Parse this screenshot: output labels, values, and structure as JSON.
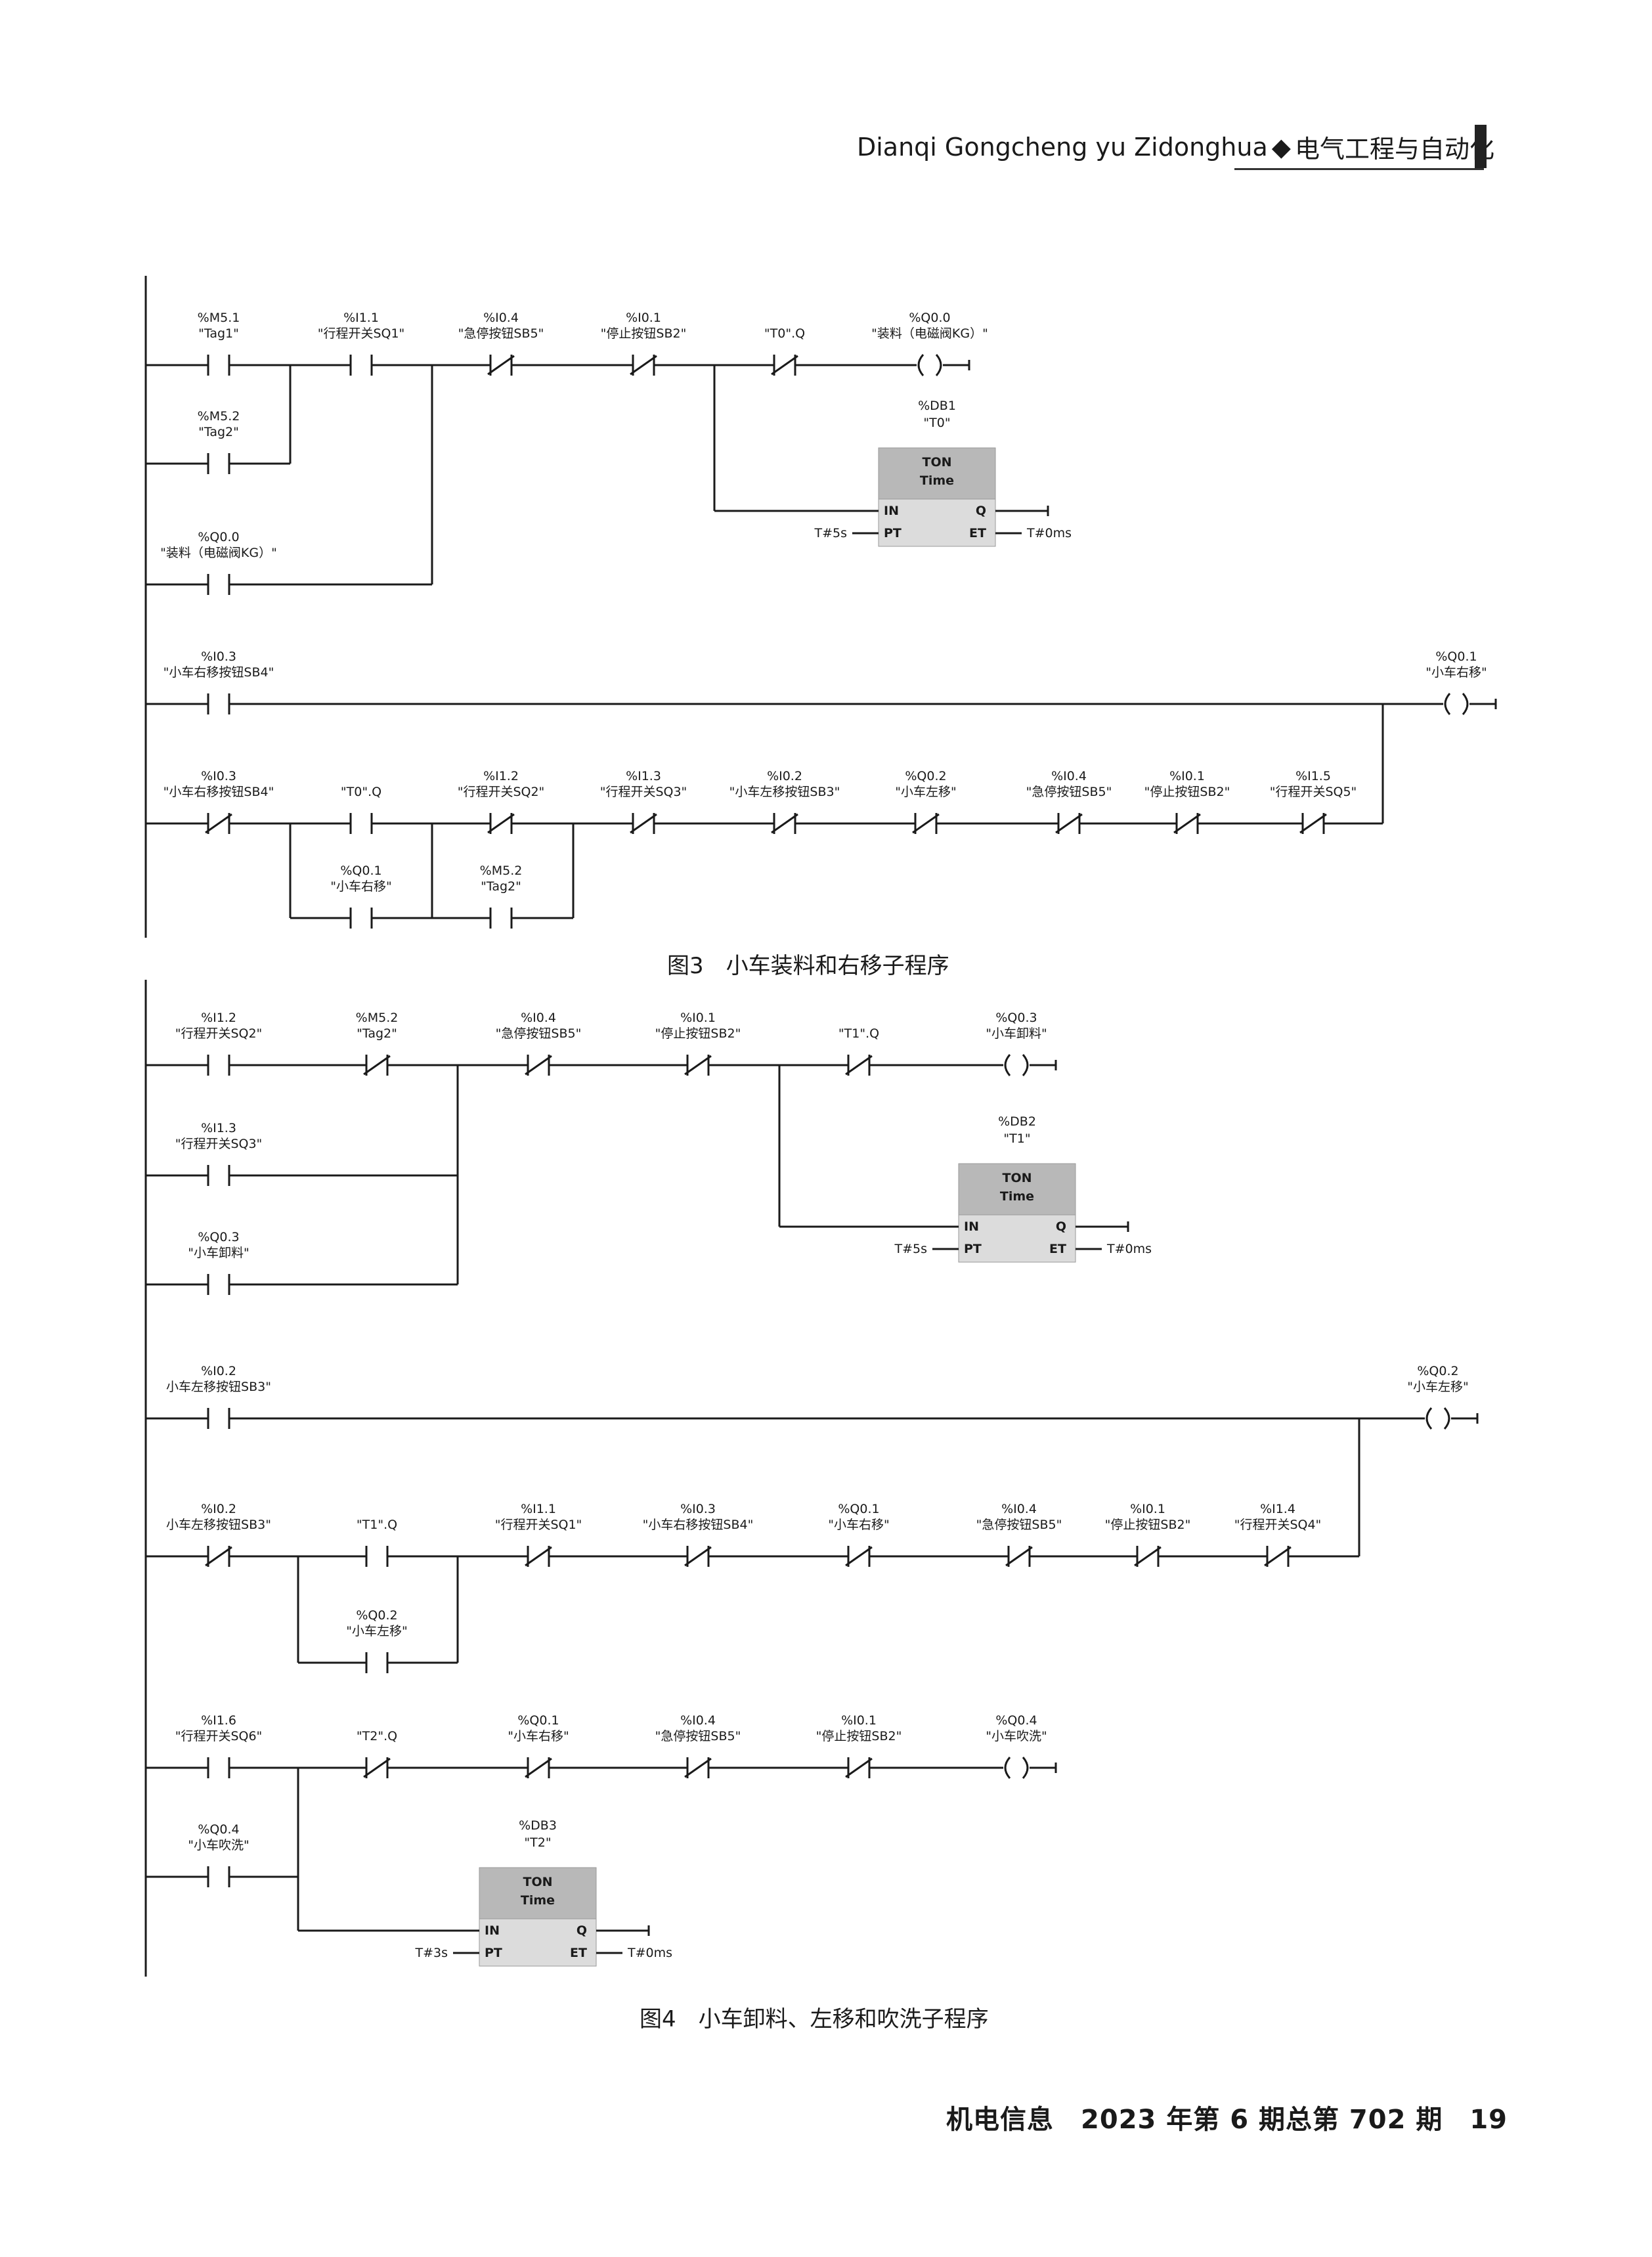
{
  "header": {
    "journal_pinyin": "Dianqi Gongcheng yu Zidonghua",
    "diamond": "◆",
    "journal_cn": "电气工程与自动化"
  },
  "figure3": {
    "caption": "图3　小车装料和右移子程序",
    "rung1": {
      "contacts": [
        {
          "addr": "%M5.1",
          "name": "\"Tag1\"",
          "type": "NO"
        },
        {
          "addr": "%I1.1",
          "name": "\"行程开关SQ1\"",
          "type": "NO"
        },
        {
          "addr": "%I0.4",
          "name": "\"急停按钮SB5\"",
          "type": "NC"
        },
        {
          "addr": "%I0.1",
          "name": "\"停止按钮SB2\"",
          "type": "NC"
        },
        {
          "addr": "",
          "name": "\"T0\".Q",
          "type": "NC"
        }
      ],
      "branch_contacts": [
        {
          "addr": "%M5.2",
          "name": "\"Tag2\"",
          "type": "NO"
        },
        {
          "addr": "%Q0.0",
          "name": "\"装料（电磁阀KG）\"",
          "type": "NO"
        }
      ],
      "coil": {
        "addr": "%Q0.0",
        "name": "\"装料（电磁阀KG）\""
      },
      "timer": {
        "db": "%DB1",
        "name": "\"T0\"",
        "type": "TON",
        "sub": "Time",
        "in": "IN",
        "pt": "PT",
        "q": "Q",
        "et": "ET",
        "pt_val": "T#5s",
        "et_val": "T#0ms"
      }
    },
    "rung2": {
      "contacts": [
        {
          "addr": "%I0.3",
          "name": "\"小车右移按钮SB4\"",
          "type": "NO"
        }
      ],
      "coil": {
        "addr": "%Q0.1",
        "name": "\"小车右移\""
      }
    },
    "rung3": {
      "contacts": [
        {
          "addr": "%I0.3",
          "name": "\"小车右移按钮SB4\"",
          "type": "NC"
        },
        {
          "addr": "",
          "name": "\"T0\".Q",
          "type": "NO"
        },
        {
          "addr": "%I1.2",
          "name": "\"行程开关SQ2\"",
          "type": "NC"
        },
        {
          "addr": "%I1.3",
          "name": "\"行程开关SQ3\"",
          "type": "NC"
        },
        {
          "addr": "%I0.2",
          "name": "\"小车左移按钮SB3\"",
          "type": "NC"
        },
        {
          "addr": "%Q0.2",
          "name": "\"小车左移\"",
          "type": "NC"
        },
        {
          "addr": "%I0.4",
          "name": "\"急停按钮SB5\"",
          "type": "NC"
        },
        {
          "addr": "%I0.1",
          "name": "\"停止按钮SB2\"",
          "type": "NC"
        },
        {
          "addr": "%I1.5",
          "name": "\"行程开关SQ5\"",
          "type": "NC"
        }
      ],
      "branch_contacts": [
        {
          "addr": "%Q0.1",
          "name": "\"小车右移\"",
          "type": "NO"
        },
        {
          "addr": "%M5.2",
          "name": "\"Tag2\"",
          "type": "NO"
        }
      ]
    }
  },
  "figure4": {
    "caption": "图4　小车卸料、左移和吹洗子程序",
    "rung1": {
      "contacts": [
        {
          "addr": "%I1.2",
          "name": "\"行程开关SQ2\"",
          "type": "NO"
        },
        {
          "addr": "%M5.2",
          "name": "\"Tag2\"",
          "type": "NC"
        },
        {
          "addr": "%I0.4",
          "name": "\"急停按钮SB5\"",
          "type": "NC"
        },
        {
          "addr": "%I0.1",
          "name": "\"停止按钮SB2\"",
          "type": "NC"
        },
        {
          "addr": "",
          "name": "\"T1\".Q",
          "type": "NC"
        }
      ],
      "branch_contacts": [
        {
          "addr": "%I1.3",
          "name": "\"行程开关SQ3\"",
          "type": "NO"
        },
        {
          "addr": "%Q0.3",
          "name": "\"小车卸料\"",
          "type": "NO"
        }
      ],
      "coil": {
        "addr": "%Q0.3",
        "name": "\"小车卸料\""
      },
      "timer": {
        "db": "%DB2",
        "name": "\"T1\"",
        "type": "TON",
        "sub": "Time",
        "in": "IN",
        "pt": "PT",
        "q": "Q",
        "et": "ET",
        "pt_val": "T#5s",
        "et_val": "T#0ms"
      }
    },
    "rung2": {
      "contacts": [
        {
          "addr": "%I0.2",
          "name": "小车左移按钮SB3\"",
          "type": "NO"
        }
      ],
      "coil": {
        "addr": "%Q0.2",
        "name": "\"小车左移\""
      }
    },
    "rung3": {
      "contacts": [
        {
          "addr": "%I0.2",
          "name": "小车左移按钮SB3\"",
          "type": "NC"
        },
        {
          "addr": "",
          "name": "\"T1\".Q",
          "type": "NO"
        },
        {
          "addr": "%I1.1",
          "name": "\"行程开关SQ1\"",
          "type": "NC"
        },
        {
          "addr": "%I0.3",
          "name": "\"小车右移按钮SB4\"",
          "type": "NC"
        },
        {
          "addr": "%Q0.1",
          "name": "\"小车右移\"",
          "type": "NC"
        },
        {
          "addr": "%I0.4",
          "name": "\"急停按钮SB5\"",
          "type": "NC"
        },
        {
          "addr": "%I0.1",
          "name": "\"停止按钮SB2\"",
          "type": "NC"
        },
        {
          "addr": "%I1.4",
          "name": "\"行程开关SQ4\"",
          "type": "NC"
        }
      ],
      "branch_contacts": [
        {
          "addr": "%Q0.2",
          "name": "\"小车左移\"",
          "type": "NO"
        }
      ]
    },
    "rung4": {
      "contacts": [
        {
          "addr": "%I1.6",
          "name": "\"行程开关SQ6\"",
          "type": "NO"
        },
        {
          "addr": "",
          "name": "\"T2\".Q",
          "type": "NC"
        },
        {
          "addr": "%Q0.1",
          "name": "\"小车右移\"",
          "type": "NC"
        },
        {
          "addr": "%I0.4",
          "name": "\"急停按钮SB5\"",
          "type": "NC"
        },
        {
          "addr": "%I0.1",
          "name": "\"停止按钮SB2\"",
          "type": "NC"
        }
      ],
      "branch_contacts": [
        {
          "addr": "%Q0.4",
          "name": "\"小车吹洗\"",
          "type": "NO"
        }
      ],
      "coil": {
        "addr": "%Q0.4",
        "name": "\"小车吹洗\""
      },
      "timer": {
        "db": "%DB3",
        "name": "\"T2\"",
        "type": "TON",
        "sub": "Time",
        "in": "IN",
        "pt": "PT",
        "q": "Q",
        "et": "ET",
        "pt_val": "T#3s",
        "et_val": "T#0ms"
      }
    }
  },
  "footer": {
    "text": "机电信息　2023 年第 6 期总第 702 期　19"
  }
}
